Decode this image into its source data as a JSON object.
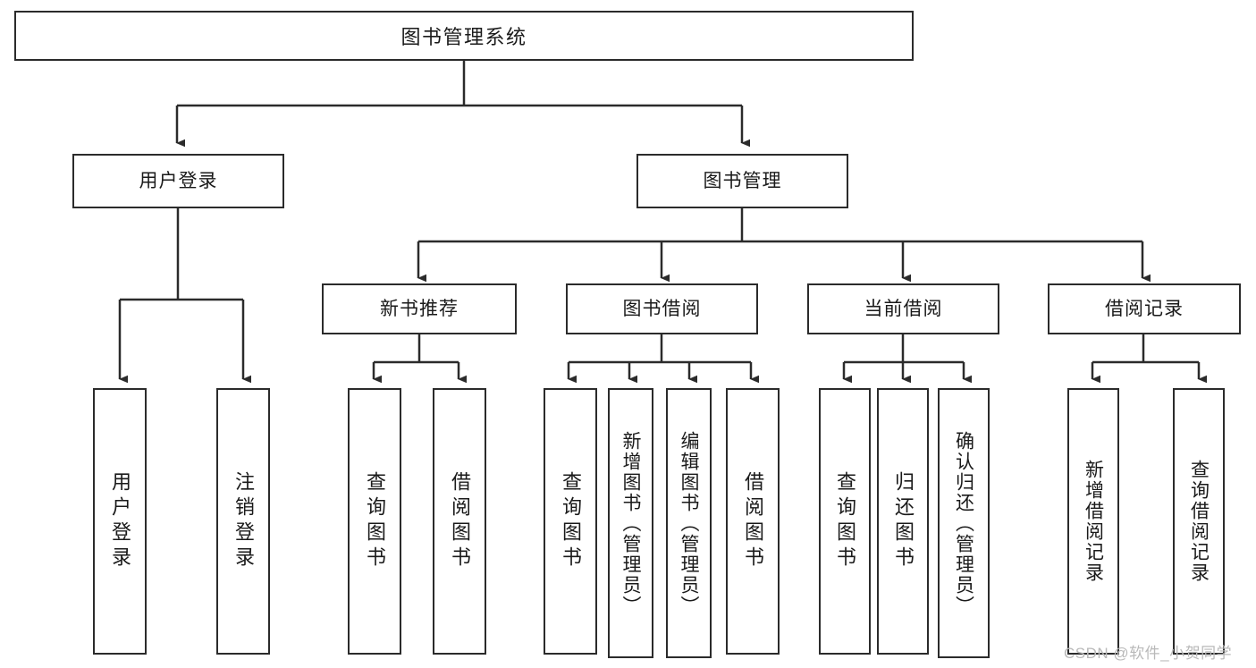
{
  "diagram": {
    "title": "图书管理系统",
    "watermark": "CSDN @软件_小贺同学",
    "colors": {
      "stroke": "#2b2b2b",
      "fill": "#ffffff",
      "text": "#1a1a1a",
      "watermark": "#b9b9b9"
    },
    "root": {
      "label": "图书管理系统"
    },
    "level1": [
      {
        "label": "用户登录"
      },
      {
        "label": "图书管理"
      }
    ],
    "level2": [
      {
        "label": "新书推荐"
      },
      {
        "label": "图书借阅"
      },
      {
        "label": "当前借阅"
      },
      {
        "label": "借阅记录"
      }
    ],
    "leaves": {
      "user_login": [
        {
          "label": "用户登录"
        },
        {
          "label": "注销登录"
        }
      ],
      "new_book_recommend": [
        {
          "label": "查询图书"
        },
        {
          "label": "借阅图书"
        }
      ],
      "book_borrow": [
        {
          "label": "查询图书"
        },
        {
          "label": "新增图书（管理员）"
        },
        {
          "label": "编辑图书（管理员）"
        },
        {
          "label": "借阅图书"
        }
      ],
      "current_borrow": [
        {
          "label": "查询图书"
        },
        {
          "label": "归还图书"
        },
        {
          "label": "确认归还（管理员）"
        }
      ],
      "borrow_record": [
        {
          "label": "新增借阅记录"
        },
        {
          "label": "查询借阅记录"
        }
      ]
    }
  }
}
